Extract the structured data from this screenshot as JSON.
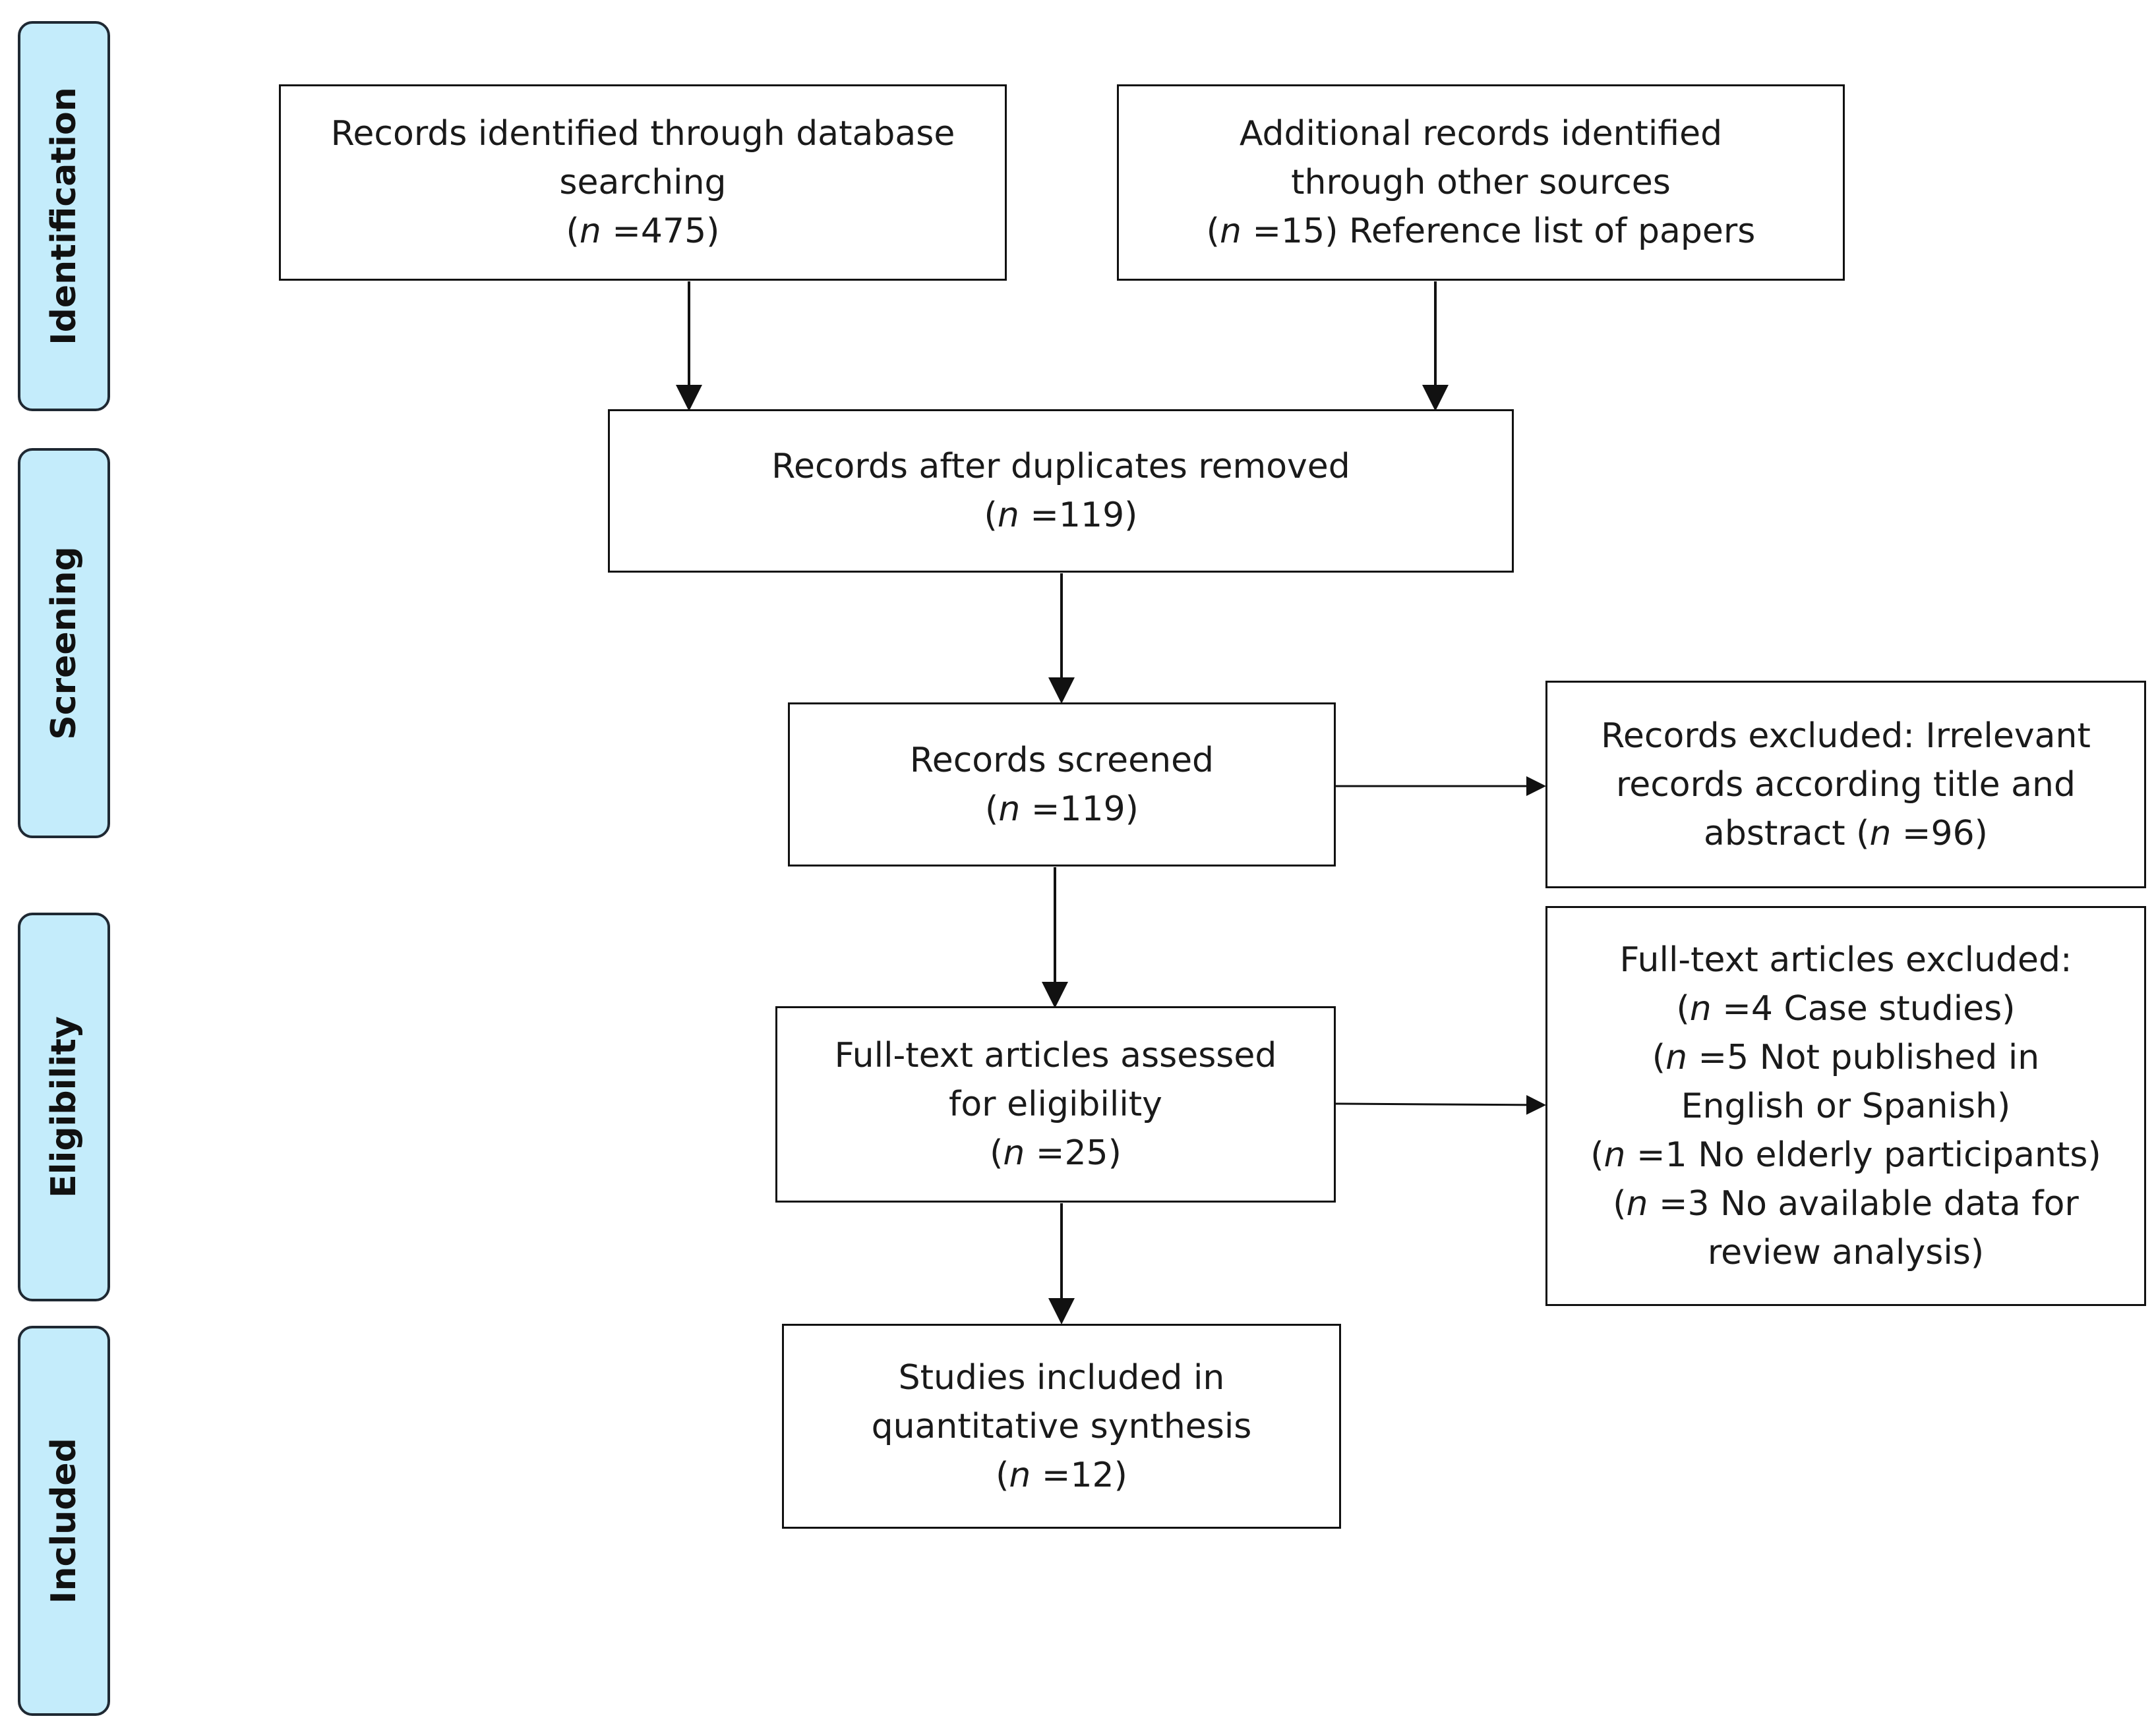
{
  "stages": {
    "identification": "Identification",
    "screening": "Screening",
    "eligibility": "Eligibility",
    "included": "Included"
  },
  "boxes": {
    "database": {
      "line1": "Records identified through database",
      "line2": "searching",
      "open": "(",
      "n": "n",
      "count": " =475)"
    },
    "other_sources": {
      "line1": "Additional records identified",
      "line2": "through other sources",
      "open": "(",
      "n": "n",
      "count": " =15) Reference list of papers"
    },
    "duplicates_removed": {
      "line1": "Records after duplicates removed",
      "open": "(",
      "n": "n",
      "count": " =119)"
    },
    "screened": {
      "line1": "Records screened",
      "open": "(",
      "n": "n",
      "count": " =119)"
    },
    "excluded_screening": {
      "line1": "Records excluded: Irrelevant",
      "line2": "records according title and",
      "line3_pre": "abstract (",
      "n": "n",
      "line3_post": " =96)"
    },
    "full_text_assessed": {
      "line1": "Full-text articles assessed",
      "line2": "for eligibility",
      "open": "(",
      "n": "n",
      "count": " =25)"
    },
    "full_text_excluded": {
      "line1": "Full-text articles excluded:",
      "reasons": [
        {
          "open": "(",
          "n": "n",
          "text": " =4 Case studies)"
        },
        {
          "open": "(",
          "n": "n",
          "text": " =5 Not published in"
        },
        {
          "text": "English or Spanish)"
        },
        {
          "open": "(",
          "n": "n",
          "text": " =1 No elderly participants)"
        },
        {
          "open": "(",
          "n": "n",
          "text": " =3 No available data for"
        },
        {
          "text": "review analysis)"
        }
      ]
    },
    "included": {
      "line1": "Studies included in",
      "line2": "quantitative synthesis",
      "open": "(",
      "n": "n",
      "count": " =12)"
    }
  }
}
